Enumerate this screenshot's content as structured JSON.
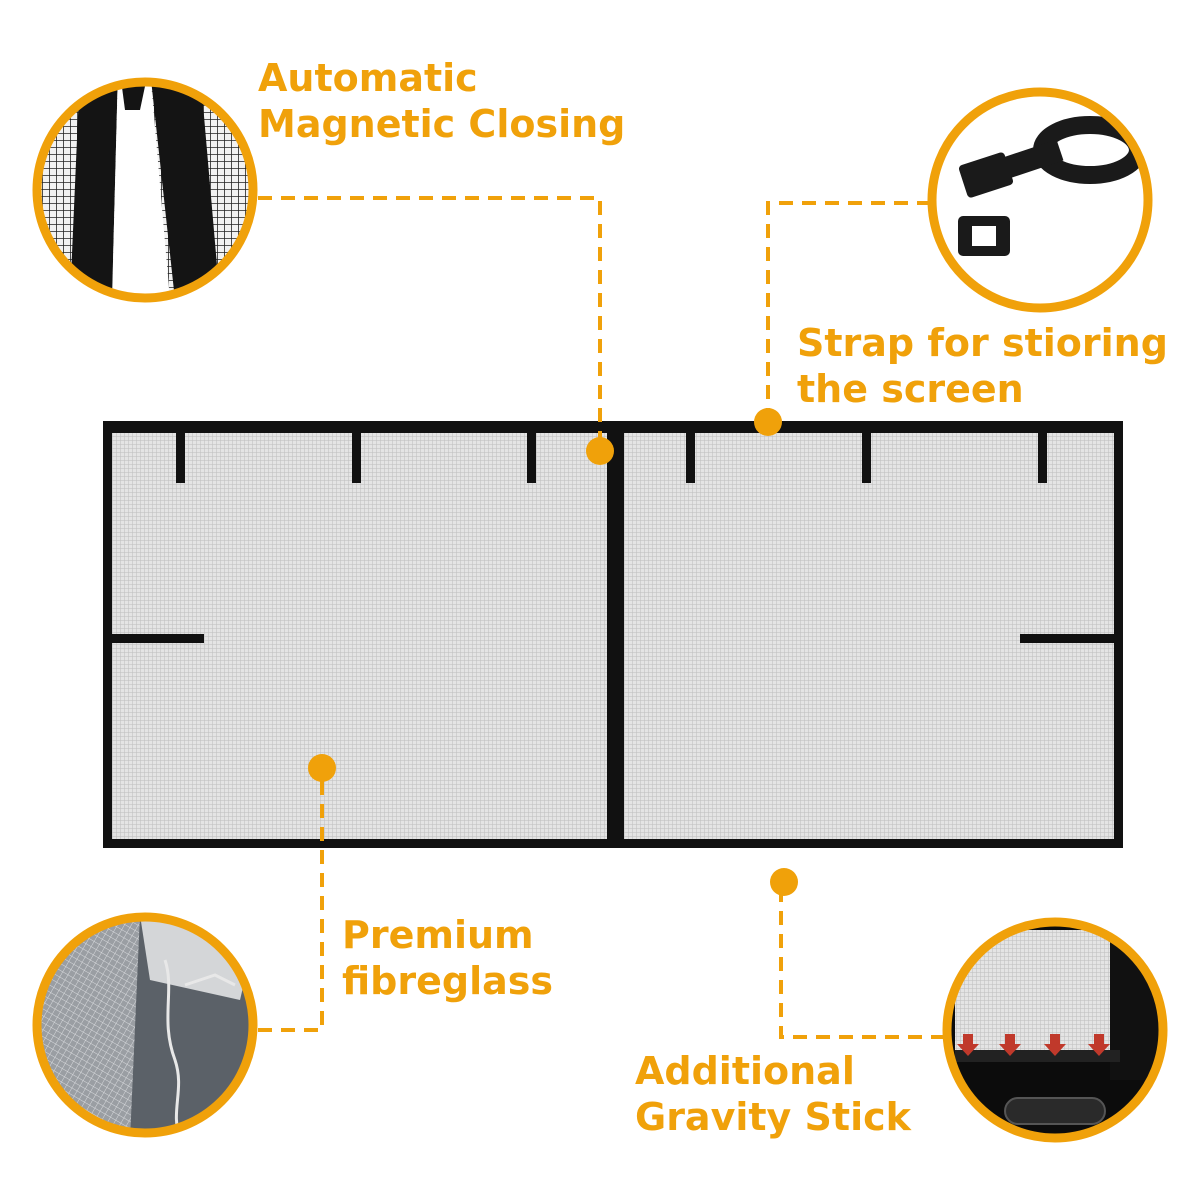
{
  "colors": {
    "accent": "#F0A10A",
    "frame": "#111111",
    "mesh": "#d9d9d9"
  },
  "callouts": {
    "magnetic": {
      "line1": "Automatic",
      "line2": "Magnetic Closing",
      "icon": "magnetic-seam-closeup-icon"
    },
    "strap": {
      "line1": "Strap for stioring",
      "line2": "the screen",
      "icon": "storage-strap-buckle-icon"
    },
    "fibreglass": {
      "line1": "Premium",
      "line2": "fibreglass",
      "icon": "fibreglass-mesh-closeup-icon"
    },
    "gravity": {
      "line1": "Additional",
      "line2": "Gravity Stick",
      "icon": "gravity-stick-closeup-icon"
    }
  }
}
